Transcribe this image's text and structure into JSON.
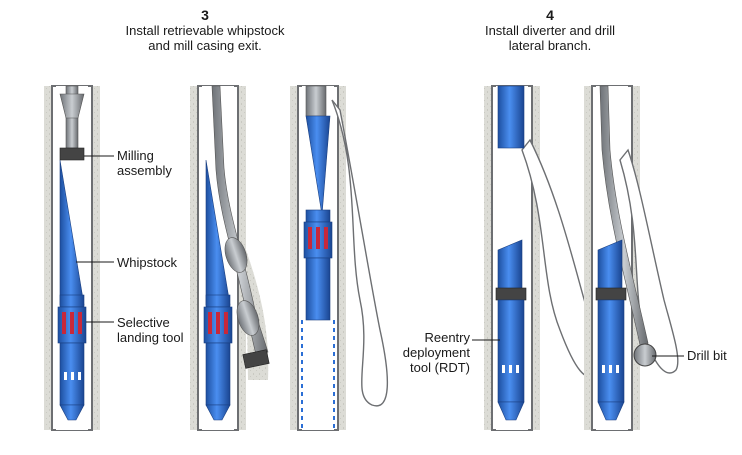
{
  "steps": [
    {
      "number": "3",
      "caption_line1": "Install retrievable whipstock",
      "caption_line2": "and mill casing exit."
    },
    {
      "number": "4",
      "caption_line1": "Install diverter and drill",
      "caption_line2": "lateral branch."
    }
  ],
  "labels": {
    "milling_line1": "Milling",
    "milling_line2": "assembly",
    "whipstock": "Whipstock",
    "landing_line1": "Selective",
    "landing_line2": "landing tool",
    "rdt_line1": "Reentry",
    "rdt_line2": "deployment",
    "rdt_line3": "tool (RDT)",
    "drill_bit": "Drill bit"
  },
  "colors": {
    "tool_blue": "#2b6fd6",
    "tool_dark": "#1d4fa0",
    "steel": "#9aa0a6",
    "formation": "#d9d9d4",
    "casing": "#6d6f72",
    "seal_red": "#c8283a"
  }
}
